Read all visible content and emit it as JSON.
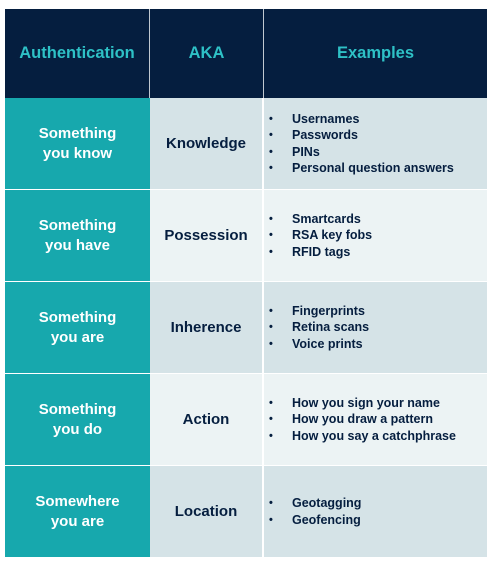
{
  "table": {
    "headers": {
      "col1": "Authentication",
      "col2": "AKA",
      "col3": "Examples"
    },
    "rows": [
      {
        "factor_line1": "Something",
        "factor_line2": "you know",
        "aka": "Knowledge",
        "examples": [
          "Usernames",
          "Passwords",
          "PINs",
          "Personal question answers"
        ]
      },
      {
        "factor_line1": "Something",
        "factor_line2": "you have",
        "aka": "Possession",
        "examples": [
          "Smartcards",
          "RSA key fobs",
          "RFID tags"
        ]
      },
      {
        "factor_line1": "Something",
        "factor_line2": "you are",
        "aka": "Inherence",
        "examples": [
          "Fingerprints",
          "Retina scans",
          "Voice prints"
        ]
      },
      {
        "factor_line1": "Something",
        "factor_line2": "you do",
        "aka": "Action",
        "examples": [
          "How you sign your name",
          "How you draw a pattern",
          "How you say a catchphrase"
        ]
      },
      {
        "factor_line1": "Somewhere",
        "factor_line2": "you are",
        "aka": "Location",
        "examples": [
          "Geotagging",
          "Geofencing"
        ]
      }
    ]
  },
  "colors": {
    "header_bg": "#051e3f",
    "header_text": "#2ec1c6",
    "factor_bg": "#17a8ad",
    "row_shade_a": "#d5e3e7",
    "row_shade_b": "#ecf3f4",
    "body_text": "#051e3f"
  },
  "bullet": "•"
}
